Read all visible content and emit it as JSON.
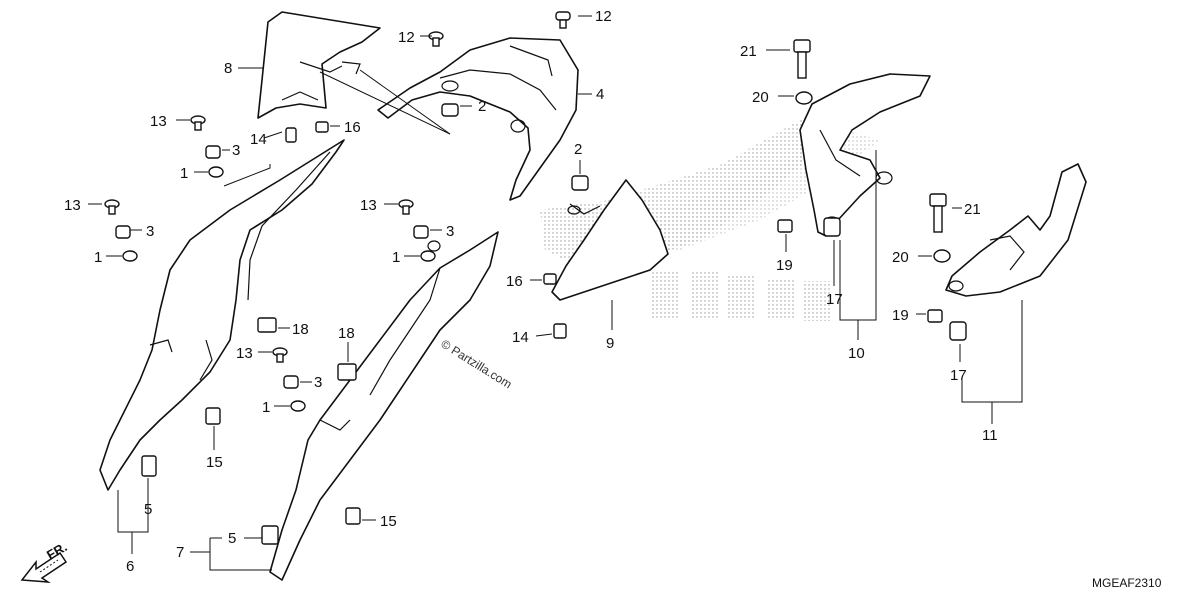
{
  "diagram": {
    "code": "MGEAF2310",
    "watermark": "© Partzilla.com",
    "direction_label": "FR.",
    "callouts": [
      "1",
      "2",
      "3",
      "4",
      "5",
      "6",
      "7",
      "8",
      "9",
      "10",
      "11",
      "12",
      "13",
      "14",
      "15",
      "16",
      "17",
      "18",
      "19",
      "20",
      "21"
    ]
  }
}
